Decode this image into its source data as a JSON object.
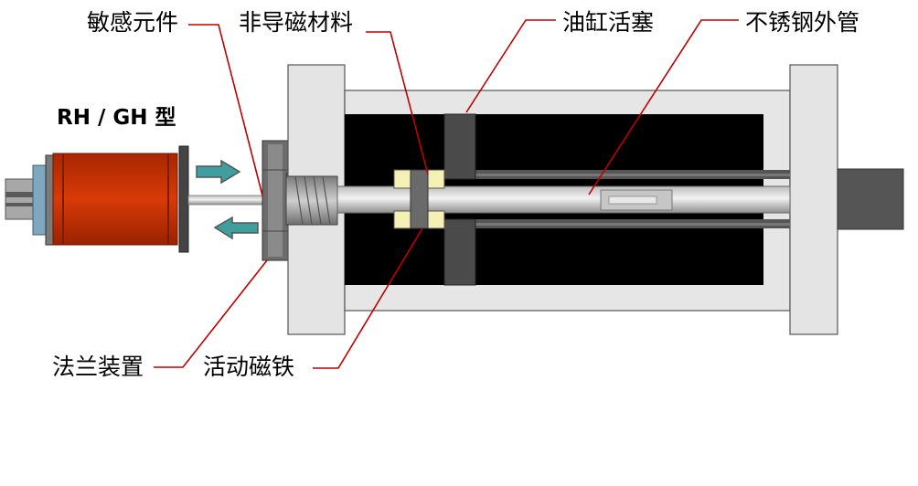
{
  "model": "RH / GH 型",
  "labels": {
    "sensing_element": "敏感元件",
    "non_magnetic_material": "非导磁材料",
    "cylinder_piston": "油缸活塞",
    "stainless_steel_tube": "不锈钢外管",
    "flange_device": "法兰装置",
    "moving_magnet": "活动磁铁"
  },
  "colors": {
    "sensor_body": "#cc3300",
    "leader_line": "#c00000",
    "arrow_fill": "#3f9e9e",
    "magnet_fill": "#f5f0b4",
    "chamber": "#000000",
    "housing": "#e4e4e4"
  }
}
